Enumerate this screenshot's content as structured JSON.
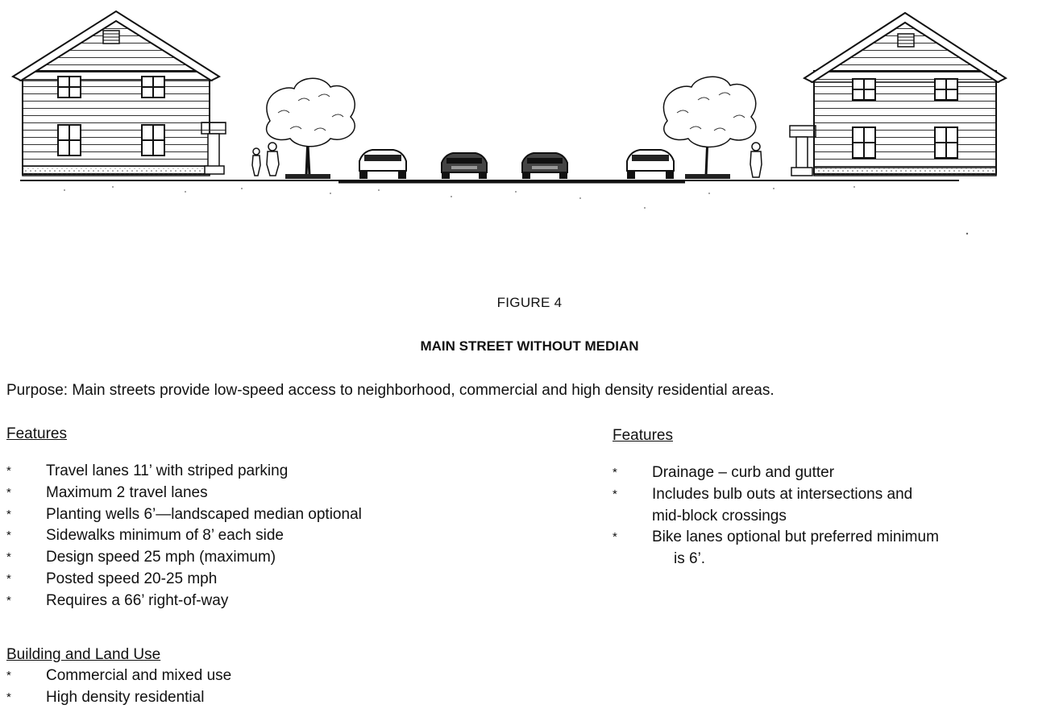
{
  "figure": {
    "label": "FIGURE 4",
    "title": "MAIN STREET WITHOUT MEDIAN"
  },
  "purpose": "Purpose:  Main streets provide low-speed access to neighborhood, commercial and high density residential areas.",
  "features_left": {
    "heading": "Features",
    "items": [
      "Travel lanes 11’ with striped parking",
      "Maximum 2 travel lanes",
      "Planting wells 6’—landscaped median optional",
      "Sidewalks minimum of 8’ each side",
      "Design speed 25 mph (maximum)",
      "Posted speed 20-25 mph",
      "Requires a 66’ right-of-way"
    ]
  },
  "features_right": {
    "heading": "Features",
    "items": [
      {
        "line1": "Drainage – curb and gutter"
      },
      {
        "line1": "Includes bulb outs at intersections and",
        "line2": "mid-block crossings"
      },
      {
        "line1": "Bike lanes optional but preferred minimum",
        "line2": "is 6’."
      }
    ]
  },
  "building": {
    "heading": "Building and Land Use",
    "items": [
      "Commercial and mixed use",
      "High density residential"
    ]
  },
  "bullet_symbol": "*"
}
